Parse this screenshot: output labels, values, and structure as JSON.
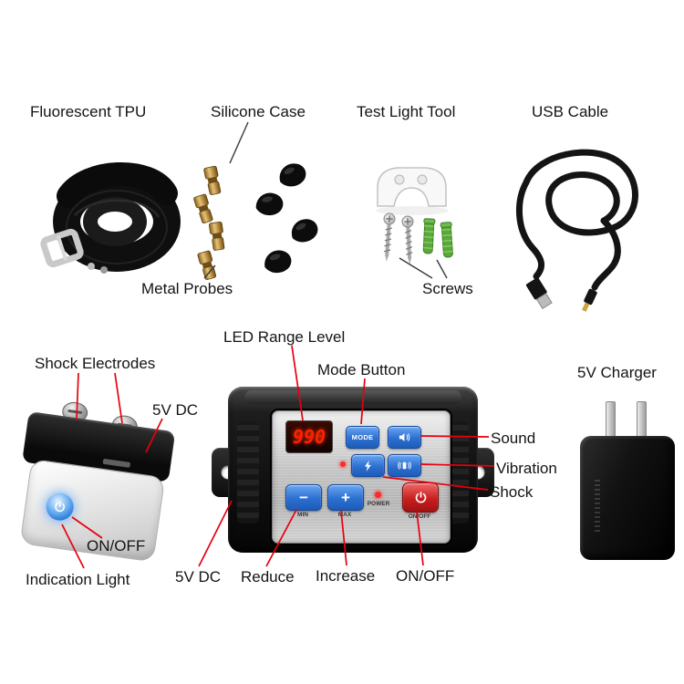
{
  "colors": {
    "background": "#ffffff",
    "label_text": "#141414",
    "callout_red": "#e8000d",
    "callout_dark": "#3a3a3a",
    "button_blue": "#2f78d8",
    "led_red": "#ff2000",
    "power_red": "#c22222"
  },
  "top_section": {
    "collar_label": "Fluorescent TPU",
    "silicone_case_label": "Silicone Case",
    "metal_probes_label": "Metal Probes",
    "test_light_tool_label": "Test Light Tool",
    "screws_label": "Screws",
    "usb_cable_label": "USB Cable"
  },
  "bottom_section": {
    "led_range_level_label": "LED Range Level",
    "mode_button_label": "Mode Button",
    "shock_electrodes_label": "Shock Electrodes",
    "receiver_dc_label": "5V DC",
    "charger_label": "5V Charger",
    "sound_label": "Sound",
    "vibration_label": "Vibration",
    "shock_label": "Shock",
    "receiver_onoff_label": "ON/OFF",
    "indication_light_label": "Indication Light",
    "transmitter_dc_label": "5V DC",
    "reduce_label": "Reduce",
    "increase_label": "Increase",
    "transmitter_onoff_label": "ON/OFF"
  },
  "transmitter": {
    "display_value": "990",
    "mode_button": "MODE",
    "min_caption": "MIN",
    "max_caption": "MAX",
    "power_caption": "POWER",
    "onoff_caption": "ON/OFF",
    "decrease_symbol": "−",
    "increase_symbol": "+"
  }
}
